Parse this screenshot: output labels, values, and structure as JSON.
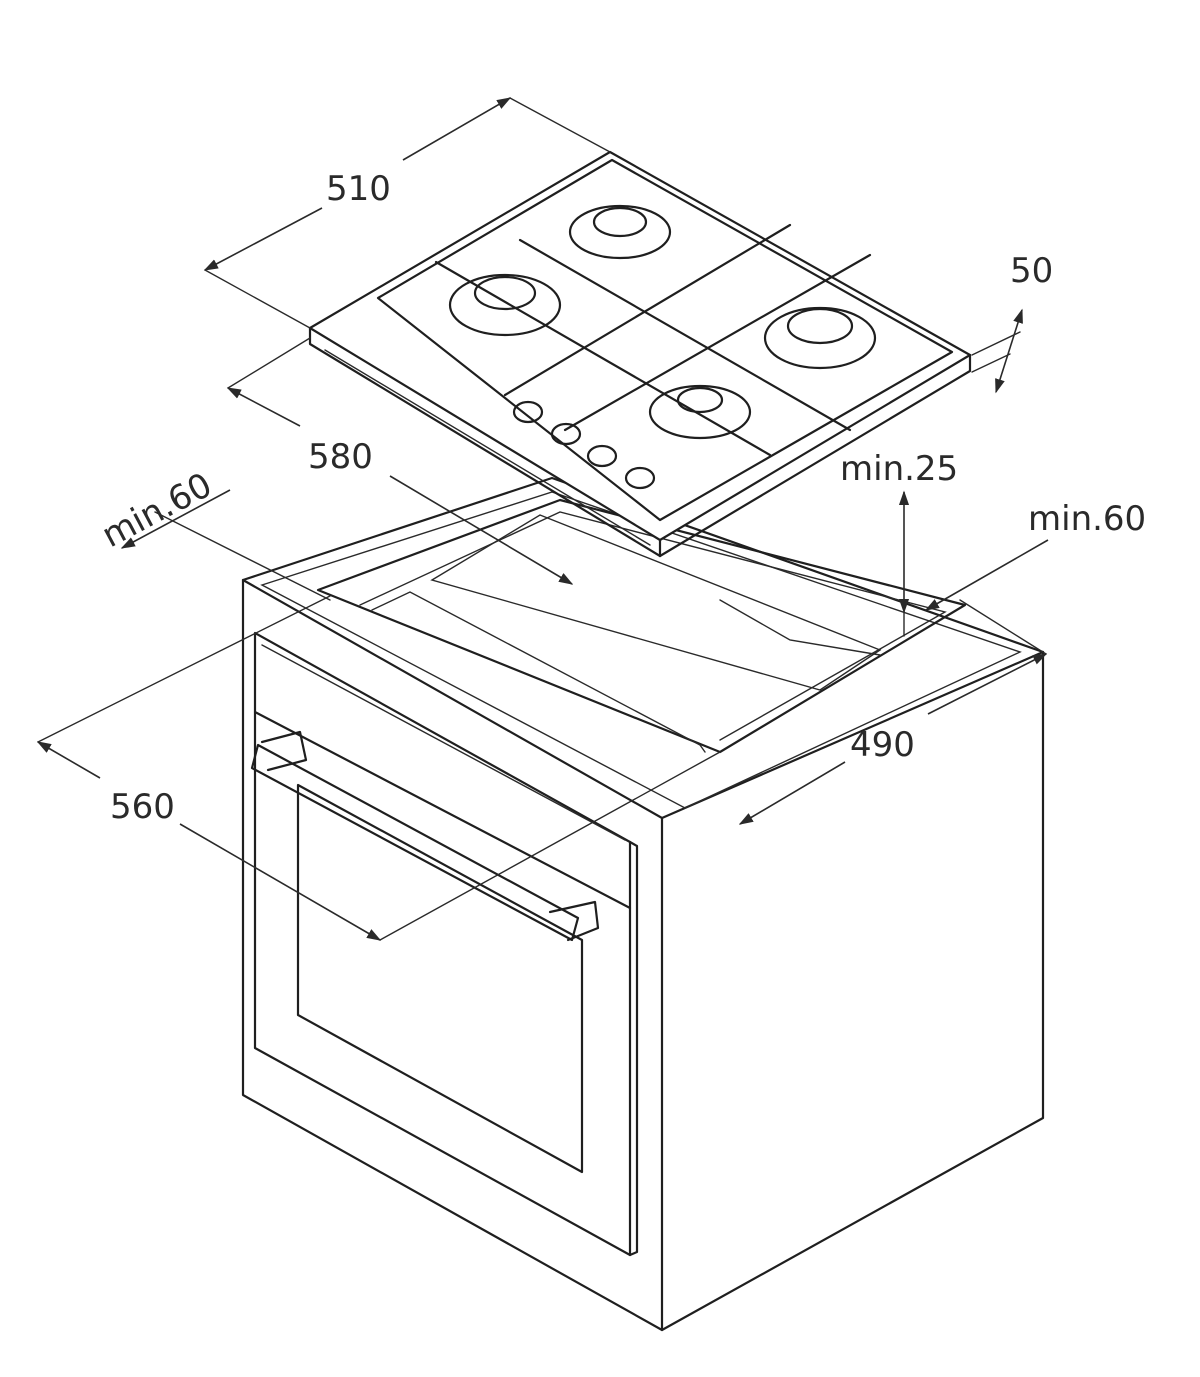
{
  "dimensions": {
    "hob_width": "510",
    "hob_depth": "580",
    "hob_height": "50",
    "side_clearance_left": "min.60",
    "top_clearance": "min.25",
    "side_clearance_right": "min.60",
    "cutout_depth": "490",
    "cutout_width": "560"
  },
  "colors": {
    "line": "#1f1f1f",
    "background": "#ffffff"
  }
}
